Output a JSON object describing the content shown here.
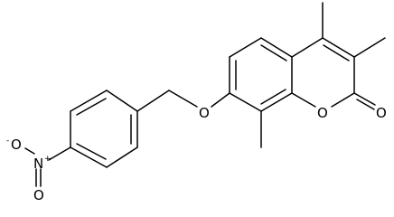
{
  "molecule": {
    "atoms": {
      "ether_oxygen": "O",
      "ring_oxygen": "O",
      "carbonyl_oxygen": "O",
      "nitro_nitrogen": "N",
      "nitro_oxygen_upper": "O",
      "nitro_oxygen_lower": "O"
    },
    "charges": {
      "nitro_nitrogen": "+",
      "nitro_oxygen_upper": "-"
    }
  }
}
